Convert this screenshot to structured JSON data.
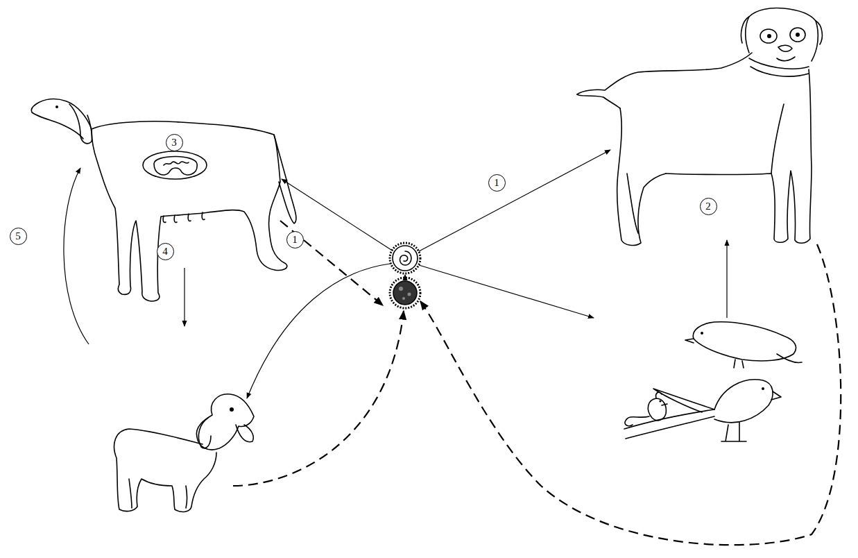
{
  "diagram": {
    "labels": [
      "3",
      "1",
      "2",
      "5",
      "1",
      "4"
    ]
  }
}
